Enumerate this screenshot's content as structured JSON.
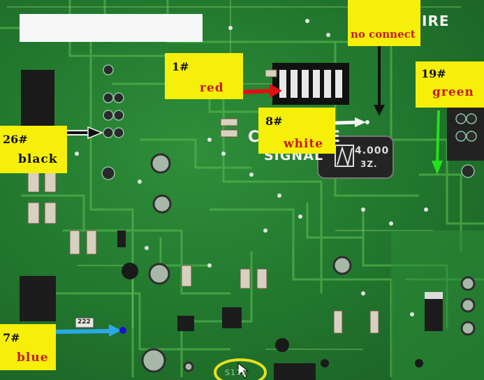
{
  "labels": {
    "red": {
      "num": "1#",
      "color_name": "red"
    },
    "white": {
      "num": "8#",
      "color_name": "white"
    },
    "green": {
      "num": "19#",
      "color_name": "green"
    },
    "black": {
      "num": "26#",
      "color_name": "black"
    },
    "blue": {
      "num": "7#",
      "color_name": "blue"
    },
    "nc": {
      "text": "no connect"
    }
  },
  "silkscreen": {
    "line1": "C",
    "line1b": "E",
    "line2": "SIGNAL",
    "ire": "IRE",
    "crystal_top": "4.000",
    "crystal_bot": "3Z.",
    "smd": "222",
    "bottom": "S112"
  },
  "colors": {
    "label_bg": "#f6ef0a",
    "label_text": "#c81a10",
    "arrow_red": "#e01010",
    "arrow_white": "#f4f4f4",
    "arrow_green": "#22e01e",
    "arrow_black": "#111111",
    "arrow_blue": "#2aa8e8",
    "circle_yellow": "#e8e020"
  },
  "icons": [
    "arrow-red-icon",
    "arrow-white-icon",
    "arrow-green-icon",
    "arrow-black-icon",
    "arrow-blue-icon",
    "arrow-nc-icon",
    "mouse-cursor-icon"
  ]
}
